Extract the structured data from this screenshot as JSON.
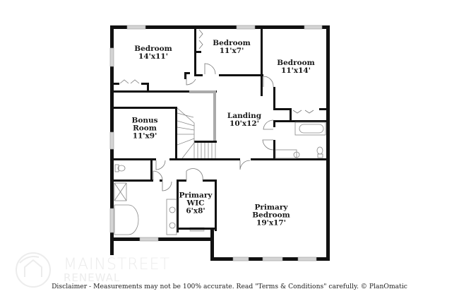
{
  "floor_plan": {
    "rooms": [
      {
        "id": "bedroom-1",
        "name": "Bedroom",
        "dimensions": "14'x11'"
      },
      {
        "id": "bedroom-2",
        "name": "Bedroom",
        "dimensions": "11'x7'"
      },
      {
        "id": "bedroom-3",
        "name": "Bedroom",
        "dimensions": "11'x14'"
      },
      {
        "id": "bonus-room",
        "name_line1": "Bonus",
        "name_line2": "Room",
        "dimensions": "11'x9'"
      },
      {
        "id": "landing",
        "name": "Landing",
        "dimensions": "10'x12'"
      },
      {
        "id": "primary-wic",
        "name_line1": "Primary",
        "name_line2": "WIC",
        "dimensions": "6'x8'"
      },
      {
        "id": "primary-bedroom",
        "name_line1": "Primary",
        "name_line2": "Bedroom",
        "dimensions": "19'x17'"
      }
    ]
  },
  "watermark": {
    "line1": "MAINSTREET",
    "line2": "RENEWAL"
  },
  "footer": {
    "disclaimer": "Disclaimer - Measurements may not be 100% accurate. Read \"Terms & Conditions\" carefully. © PlanOmatic"
  },
  "colors": {
    "wall": "#111111",
    "window": "#c8c8c8",
    "fixture": "#888888",
    "watermark": "#ececec"
  }
}
